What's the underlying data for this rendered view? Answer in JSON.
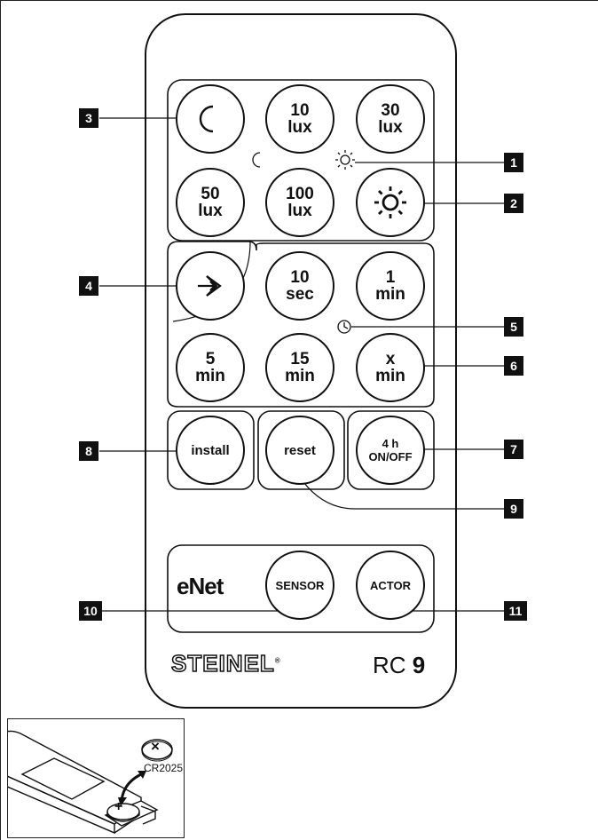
{
  "remote": {
    "buttons": {
      "night": {
        "icon": "moon-icon"
      },
      "lux10": {
        "line1": "10",
        "line2": "lux"
      },
      "lux30": {
        "line1": "30",
        "line2": "lux"
      },
      "lux50": {
        "line1": "50",
        "line2": "lux"
      },
      "lux100": {
        "line1": "100",
        "line2": "lux"
      },
      "day": {
        "icon": "sun-icon"
      },
      "teach": {
        "icon": "teach-in-icon"
      },
      "sec10": {
        "line1": "10",
        "line2": "sec"
      },
      "min1": {
        "line1": "1",
        "line2": "min"
      },
      "min5": {
        "line1": "5",
        "line2": "min"
      },
      "min15": {
        "line1": "15",
        "line2": "min"
      },
      "minx": {
        "line1": "x",
        "line2": "min"
      },
      "install": {
        "label": "install"
      },
      "reset": {
        "label": "reset"
      },
      "onoff": {
        "line1": "4 h",
        "line2": "ON/OFF"
      },
      "sensor": {
        "label": "SENSOR"
      },
      "actor": {
        "label": "ACTOR"
      }
    },
    "brand": "eNet",
    "manufacturer": "STEINEL",
    "registered": "®",
    "model_prefix": "RC",
    "model_number": "9"
  },
  "callouts": [
    "1",
    "2",
    "3",
    "4",
    "5",
    "6",
    "7",
    "8",
    "9",
    "10",
    "11"
  ],
  "battery": {
    "label": "CR2025",
    "polarity_cap": "×",
    "polarity_cell": "+"
  }
}
